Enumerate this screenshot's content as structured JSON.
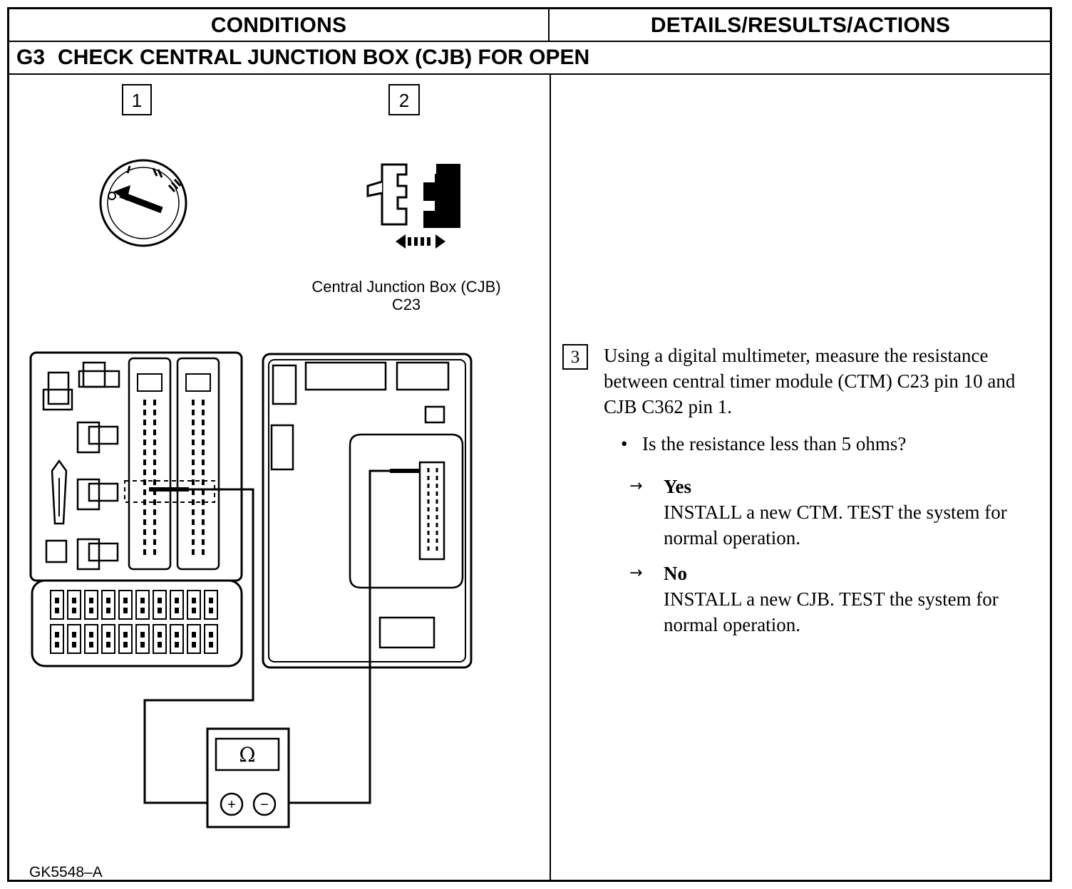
{
  "header": {
    "conditions_label": "CONDITIONS",
    "details_label": "DETAILS/RESULTS/ACTIONS"
  },
  "step": {
    "code": "G3",
    "title": "CHECK CENTRAL JUNCTION BOX (CJB) FOR OPEN"
  },
  "diagram": {
    "callout_1": "1",
    "callout_2": "2",
    "connector_label_line1": "Central Junction Box (CJB)",
    "connector_label_line2": "C23",
    "ohm_symbol": "Ω",
    "plus_symbol": "+",
    "minus_symbol": "−",
    "figure_code": "GK5548–A"
  },
  "actions": {
    "step_number": "3",
    "instruction": "Using a digital multimeter, measure the resistance between central timer module (CTM) C23 pin 10 and CJB C362 pin 1.",
    "question": "Is the resistance less than 5 ohms?",
    "bullet": "•",
    "arrow": "→",
    "yes_label": "Yes",
    "yes_action": "INSTALL a new CTM. TEST the system for normal operation.",
    "no_label": "No",
    "no_action": "INSTALL a new CJB. TEST the system for normal operation."
  }
}
